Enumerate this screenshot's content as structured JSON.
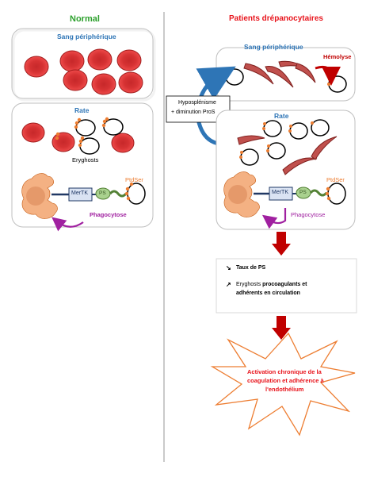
{
  "left": {
    "heading": "Normal",
    "blood_title": "Sang périphérique",
    "spleen_title": "Rate",
    "eryghosts_label": "Eryghosts",
    "ptdser_label": "PtdSer",
    "mertk_label": "MerTK",
    "ps_label": "PS",
    "phagocytosis_label": "Phagocytose"
  },
  "right": {
    "heading": "Patients drépanocytaires",
    "blood_title": "Sang périphérique",
    "hemolysis_label": "Hémolyse",
    "spleen_title": "Rate",
    "ptdser_label": "PtdSer",
    "mertk_label": "MerTK",
    "ps_label": "PS",
    "phagocytosis_label": "Phagocytose",
    "asplenia_box": {
      "line1": "Hyposplénisme",
      "line2": "+ diminution ProS"
    },
    "consequence_box": {
      "item1_arrow": "↘",
      "item1": "Taux de PS",
      "item2_arrow": "↗",
      "item2_prefix": "Eryghosts ",
      "item2_bold": "procoagulants et",
      "item2_line2": "adhérents en circulation"
    },
    "outcome": {
      "line1": "Activation chronique de la",
      "line2": "coagulation et adhérence à",
      "line3": "l'endothélium"
    }
  },
  "colors": {
    "green_heading": "#2ca02c",
    "red_heading": "#e8141c",
    "blue_title": "#2e75b6",
    "orange": "#ed7d31",
    "purple": "#a020a0",
    "dark_red_arrow": "#c00000",
    "rbc_fill": "#e8393a",
    "rbc_center": "#c7282a",
    "sickle_fill": "#c0504d",
    "macrophage": "#f4b183",
    "nucleus": "#e5996a",
    "mertk_fill": "#dae3f3",
    "ps_fill": "#a9d18e"
  }
}
